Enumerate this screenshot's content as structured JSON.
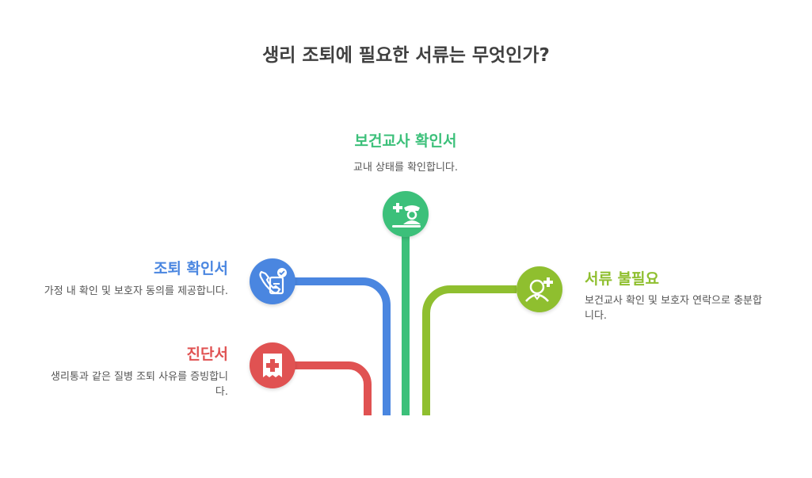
{
  "title": "생리 조퇴에 필요한 서류는 무엇인가?",
  "items": [
    {
      "heading": "보건교사 확인서",
      "description": "교내 상태를 확인합니다.",
      "icon": "nurse-icon",
      "color": "#3cc07a"
    },
    {
      "heading": "조퇴 확인서",
      "description": "가정 내 확인 및 보호자 동의를 제공합니다.",
      "icon": "phone-check-icon",
      "color": "#4a86e0"
    },
    {
      "heading": "진단서",
      "description": "생리통과 같은 질병 조퇴 사유를 증빙합니다.",
      "icon": "medical-document-icon",
      "color": "#e05252"
    },
    {
      "heading": "서류 불필요",
      "description": "보건교사 확인 및 보호자 연락으로 충분합니다.",
      "icon": "add-person-icon",
      "color": "#8fbf2f"
    }
  ]
}
